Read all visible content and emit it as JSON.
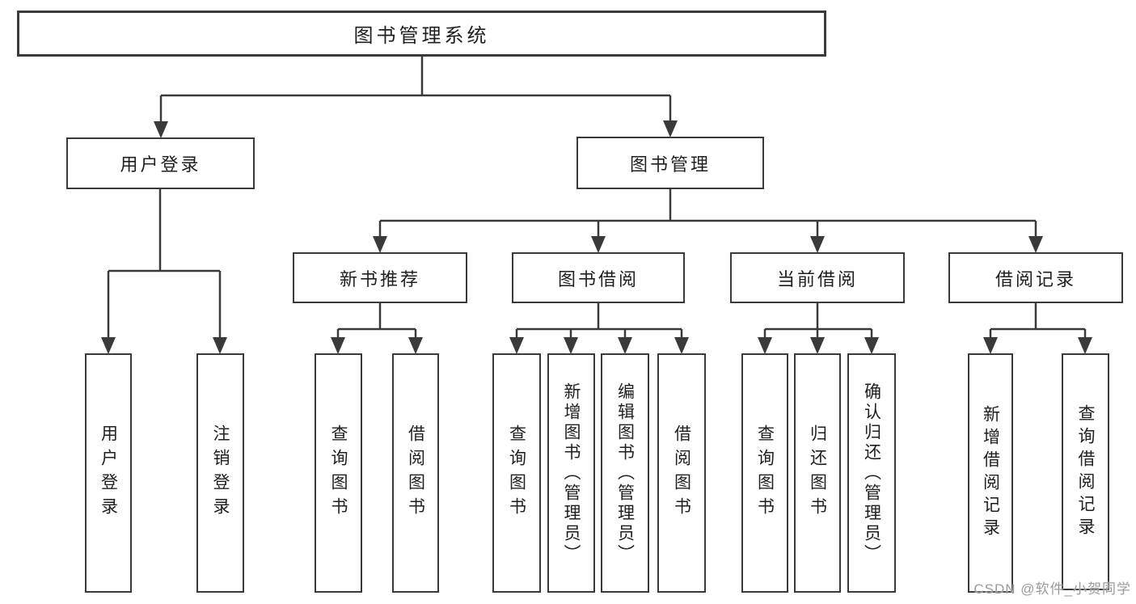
{
  "diagram_title": "图书管理系统",
  "colors": {
    "line": "#3a3a3a",
    "text": "#1f1f1f",
    "background": "#ffffff",
    "watermark": "#9b9b9b"
  },
  "nodes": {
    "root": "图书管理系统",
    "user_login": "用户登录",
    "book_mgmt": "图书管理",
    "new_book_rec": "新书推荐",
    "book_borrow": "图书借阅",
    "current_borrow": "当前借阅",
    "borrow_records": "借阅记录",
    "ul_login": "用户登录",
    "ul_logout": "注销登录",
    "nb_query": "查询图书",
    "nb_borrow": "借阅图书",
    "bb_query": "查询图书",
    "bb_add": "新增图书（管理员）",
    "bb_edit": "编辑图书（管理员）",
    "bb_borrow": "借阅图书",
    "cb_query": "查询图书",
    "cb_return": "归还图书",
    "cb_confirm": "确认归还（管理员）",
    "br_add": "新增借阅记录",
    "br_query": "查询借阅记录"
  },
  "tree": {
    "图书管理系统": {
      "用户登录": [
        "用户登录",
        "注销登录"
      ],
      "图书管理": {
        "新书推荐": [
          "查询图书",
          "借阅图书"
        ],
        "图书借阅": [
          "查询图书",
          "新增图书（管理员）",
          "编辑图书（管理员）",
          "借阅图书"
        ],
        "当前借阅": [
          "查询图书",
          "归还图书",
          "确认归还（管理员）"
        ],
        "借阅记录": [
          "新增借阅记录",
          "查询借阅记录"
        ]
      }
    }
  },
  "watermark": "CSDN @软件_小贺同学"
}
